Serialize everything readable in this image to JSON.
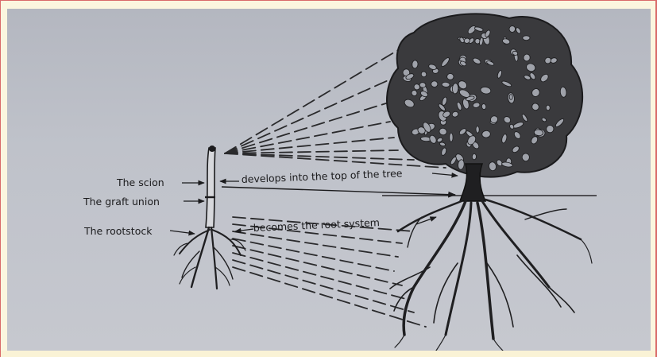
{
  "diagram": {
    "labels": {
      "scion": "The scion",
      "graft_union": "The graft union",
      "rootstock": "The rootstock",
      "top_of_tree": "develops into the top of the tree",
      "root_system": "becomes the root system"
    }
  },
  "colors": {
    "paper": "#bfc2ca",
    "ink": "#1b1b1d",
    "border": "#d96a6a",
    "strip": "#faf3d6"
  }
}
